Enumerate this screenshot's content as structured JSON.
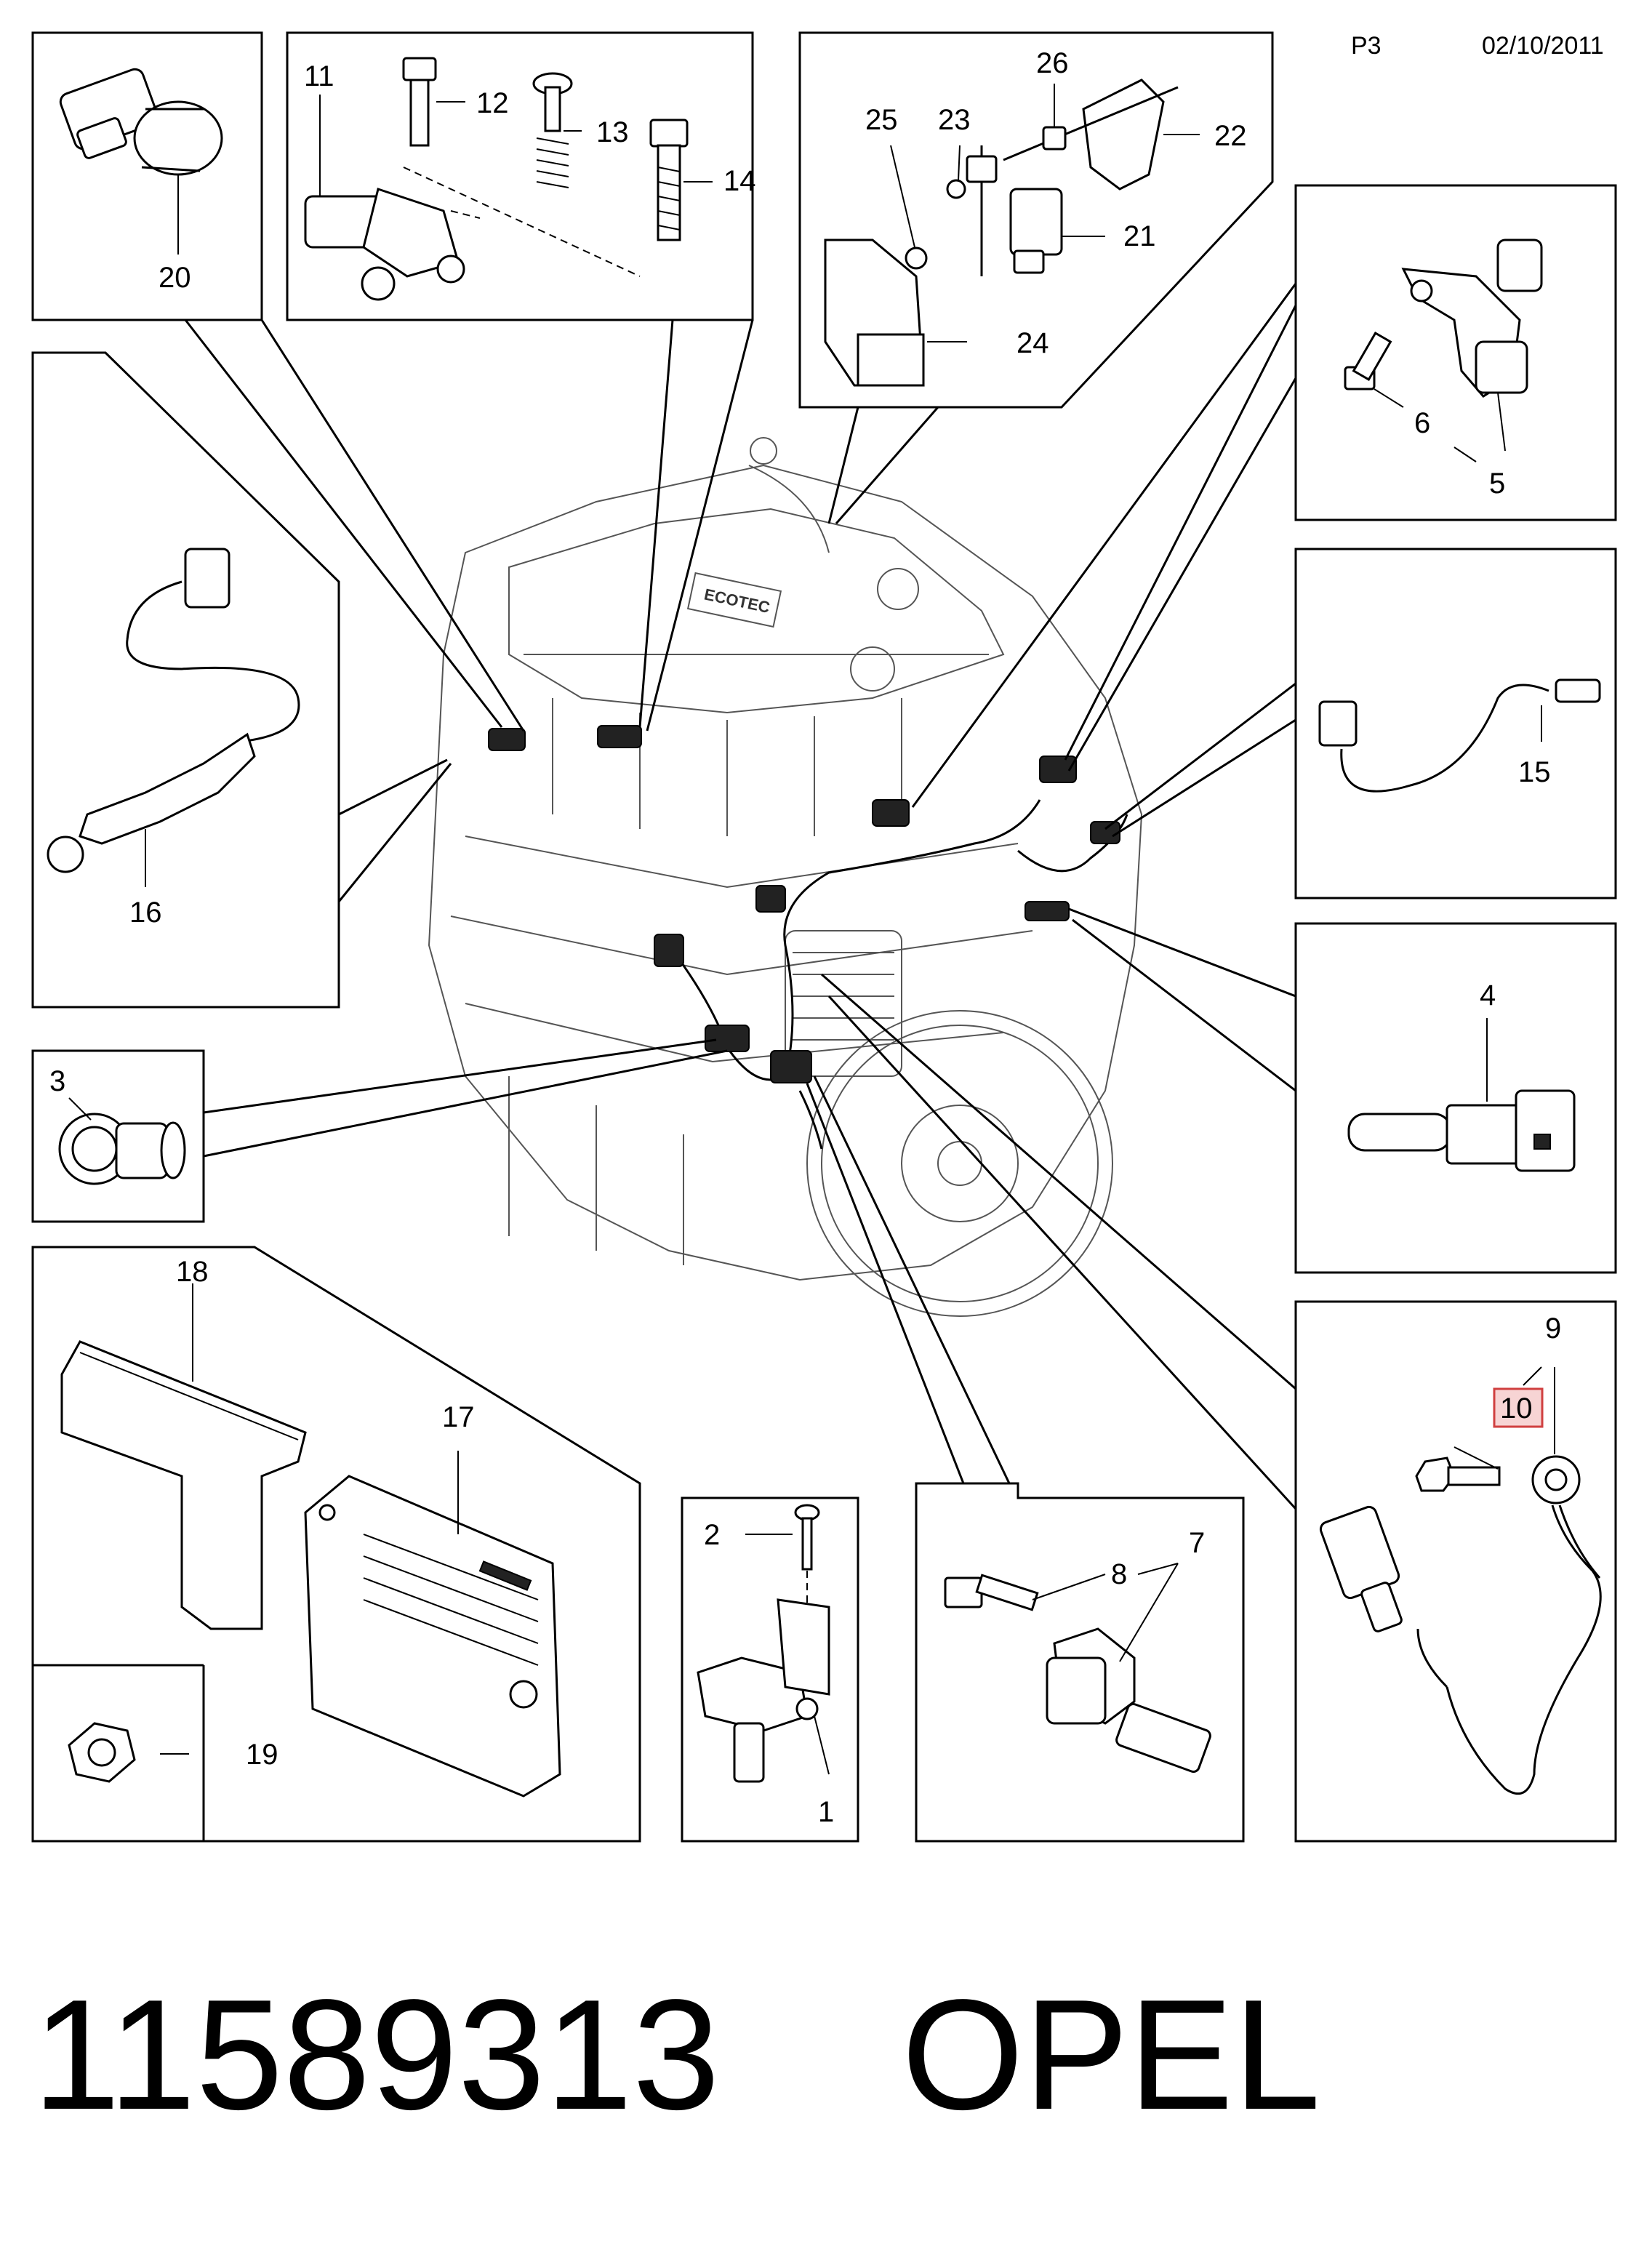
{
  "header": {
    "page": "P3",
    "date": "02/10/2011"
  },
  "footer": {
    "part_number": "11589313",
    "brand": "OPEL"
  },
  "highlighted_callout": "10",
  "callouts": {
    "c1": "1",
    "c2": "2",
    "c3": "3",
    "c4": "4",
    "c5": "5",
    "c6": "6",
    "c7": "7",
    "c8": "8",
    "c9": "9",
    "c10": "10",
    "c11": "11",
    "c12": "12",
    "c13": "13",
    "c14": "14",
    "c15": "15",
    "c16": "16",
    "c17": "17",
    "c18": "18",
    "c19": "19",
    "c20": "20",
    "c21": "21",
    "c22": "22",
    "c23": "23",
    "c24": "24",
    "c25": "25",
    "c26": "26"
  },
  "engine_text": "ECOTEC",
  "colors": {
    "highlight_fill": "#f7d4d4",
    "highlight_stroke": "#d04040"
  }
}
